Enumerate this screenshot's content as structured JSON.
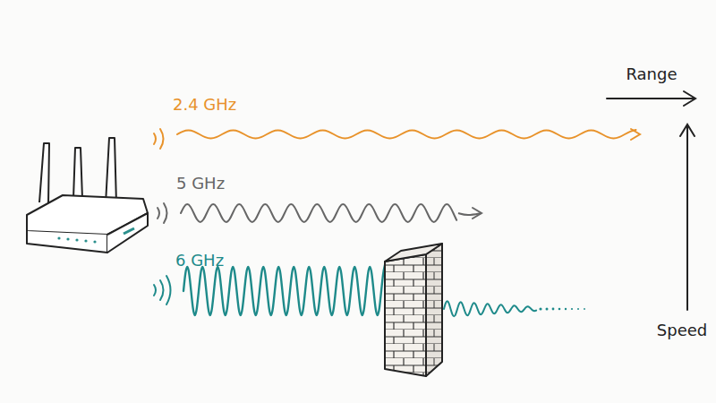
{
  "diagram": {
    "labels": [
      "2.4 GHz",
      "5 GHz",
      "6 GHz",
      "Range",
      "Speed"
    ]
  }
}
